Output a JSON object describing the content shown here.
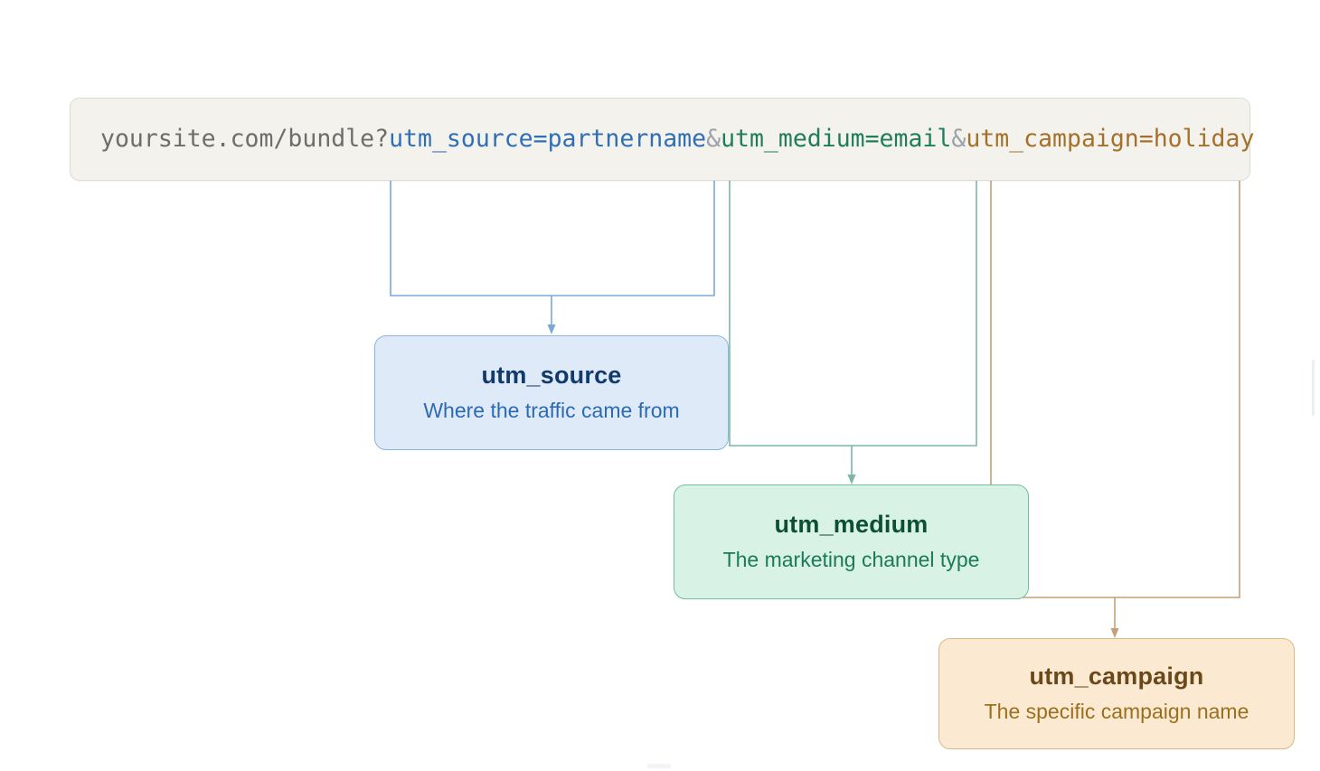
{
  "diagram": {
    "type": "utm-parameter-breakdown",
    "url_bar": {
      "full_url": "yoursite.com/bundle?utm_source=partnername&utm_medium=email&utm_campaign=holiday",
      "segments": {
        "base": "yoursite.com/bundle?",
        "source_param": "utm_source=partnername",
        "amp1": "&",
        "medium_param": "utm_medium=email",
        "amp2": "&",
        "campaign_param": "utm_campaign=holiday"
      }
    },
    "nodes": [
      {
        "id": "utm_source",
        "title": "utm_source",
        "subtitle": "Where the traffic came from",
        "accent": "#2c6bb0",
        "fill": "#dfeaf9"
      },
      {
        "id": "utm_medium",
        "title": "utm_medium",
        "subtitle": "The marketing channel type",
        "accent": "#1b7a59",
        "fill": "#d8f2e6"
      },
      {
        "id": "utm_campaign",
        "title": "utm_campaign",
        "subtitle": "The specific campaign name",
        "accent": "#9c6f1f",
        "fill": "#fbead1"
      }
    ],
    "connectors": [
      {
        "from": "utm_source_param",
        "to": "utm_source",
        "color": "#7aa8d8"
      },
      {
        "from": "utm_medium_param",
        "to": "utm_medium",
        "color": "#7ab8a0"
      },
      {
        "from": "utm_campaign_param",
        "to": "utm_campaign",
        "color": "#c3a077"
      }
    ]
  }
}
